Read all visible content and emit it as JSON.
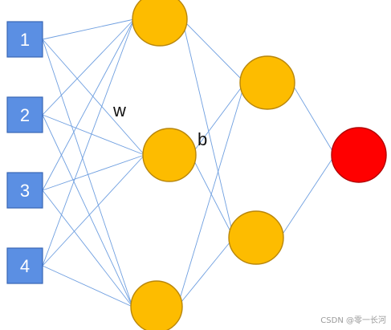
{
  "diagram": {
    "inputs": [
      {
        "label": "1"
      },
      {
        "label": "2"
      },
      {
        "label": "3"
      },
      {
        "label": "4"
      }
    ],
    "hidden1_count": 3,
    "hidden2_count": 2,
    "output_count": 1,
    "weight_label": "w",
    "bias_label": "b",
    "colors": {
      "input_fill": "#5b8fe3",
      "input_stroke": "#3a66b5",
      "hidden_fill": "#fdbc00",
      "hidden_stroke": "#b8860b",
      "output_fill": "#ff0000",
      "output_stroke": "#b30000",
      "edge": "#6f9fe0"
    }
  },
  "watermark": "CSDN @零一长河"
}
